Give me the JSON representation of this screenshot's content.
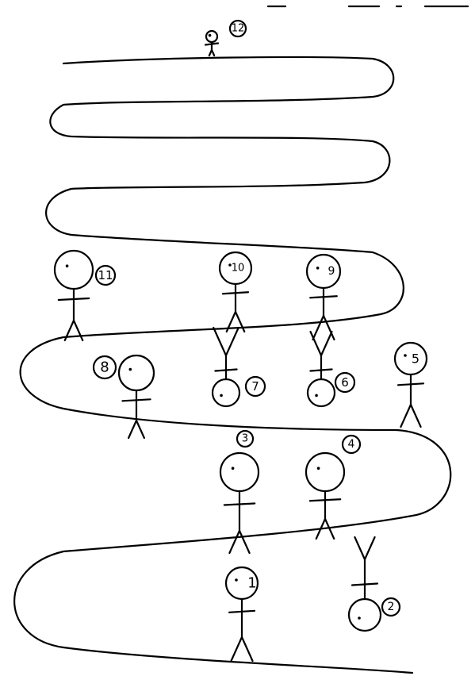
{
  "figures": [
    {
      "label": "1",
      "orientation": "upright"
    },
    {
      "label": "2",
      "orientation": "inverted"
    },
    {
      "label": "3",
      "orientation": "upright"
    },
    {
      "label": "4",
      "orientation": "upright"
    },
    {
      "label": "5",
      "orientation": "upright"
    },
    {
      "label": "6",
      "orientation": "inverted"
    },
    {
      "label": "7",
      "orientation": "inverted"
    },
    {
      "label": "8",
      "orientation": "upright"
    },
    {
      "label": "9",
      "orientation": "upright"
    },
    {
      "label": "10",
      "orientation": "upright"
    },
    {
      "label": "11",
      "orientation": "upright"
    },
    {
      "label": "12",
      "orientation": "upright"
    }
  ]
}
